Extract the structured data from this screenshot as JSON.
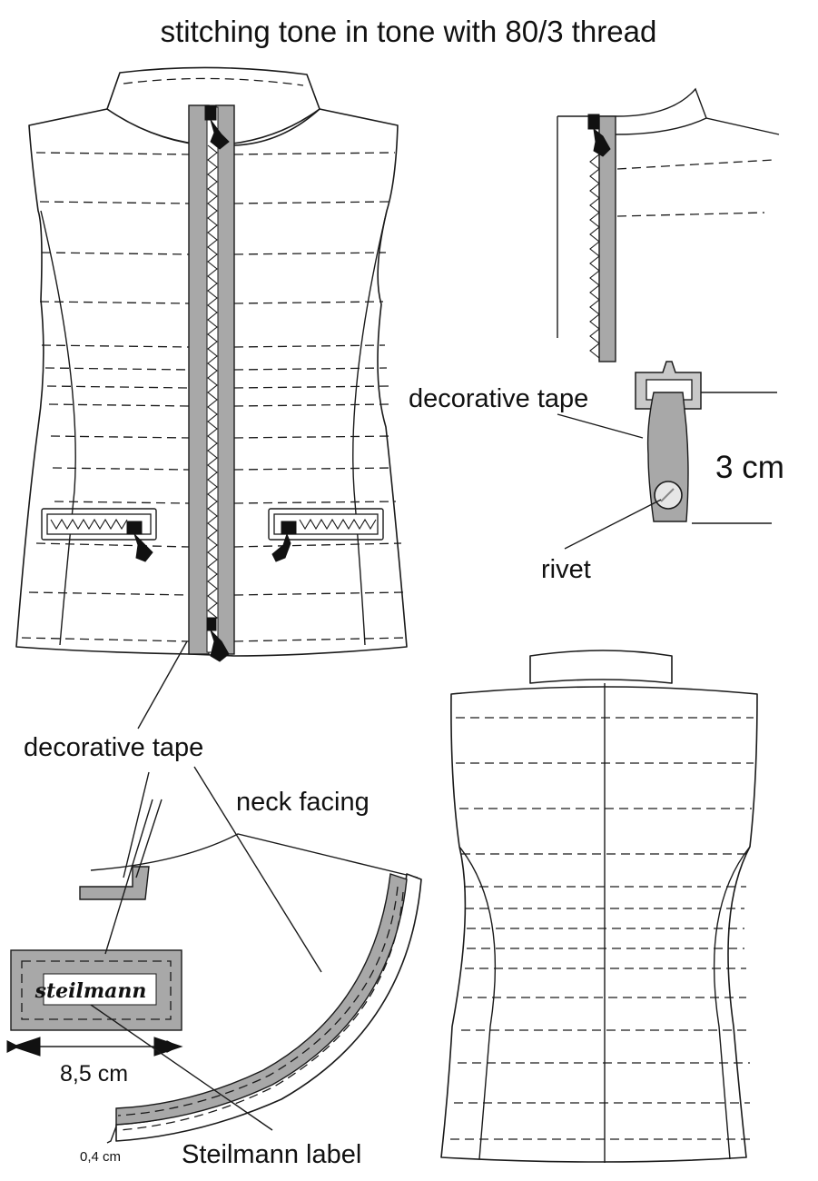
{
  "title": "stitching tone in tone with 80/3 thread",
  "labels": {
    "decorative_tape_top": "decorative tape",
    "measure_3cm": "3 cm",
    "rivet": "rivet",
    "decorative_tape_main": "decorative tape",
    "neck_facing": "neck facing",
    "label_brand": "steilmann",
    "measure_85cm": "8,5 cm",
    "measure_04cm": "0,4 cm",
    "steilmann_label": "Steilmann label"
  },
  "colors": {
    "tape_fill": "#a8a8a8",
    "line": "#1a1a1a",
    "background": "#ffffff"
  }
}
